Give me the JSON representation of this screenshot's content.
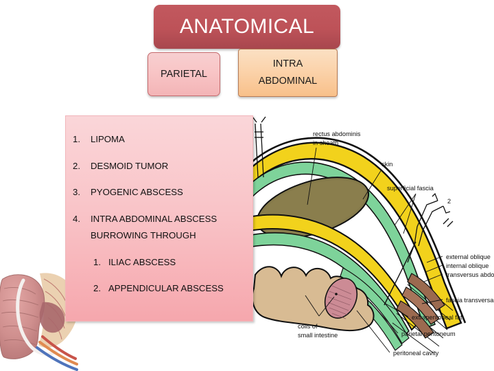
{
  "slide": {
    "title": "ANATOMICAL",
    "categories": [
      {
        "label": "PARIETAL",
        "color": "#f8c5c6"
      },
      {
        "label_line1": "INTRA",
        "label_line2": "ABDOMINAL",
        "color": "#fbd3ab"
      }
    ]
  },
  "list_panel": {
    "background": "#f9c3c7",
    "items": [
      {
        "num": "1.",
        "text": "LIPOMA"
      },
      {
        "num": "2.",
        "text": "DESMOID TUMOR"
      },
      {
        "num": "3.",
        "text": "PYOGENIC ABSCESS"
      },
      {
        "num": "4.",
        "text": "INTRA ABDOMINAL ABSCESS"
      }
    ],
    "continuation": "BURROWING THROUGH",
    "subitems": [
      {
        "num": "1.",
        "text": "ILIAC ABSCESS"
      },
      {
        "num": "2.",
        "text": "APPENDICULAR ABSCESS"
      }
    ]
  },
  "diagram": {
    "name": "abdominal-wall-cross-section",
    "marker": "2",
    "labels": {
      "rectus_line1": "rectus abdominis",
      "rectus_line2": "in sheath",
      "skin": "skin",
      "superficial_fascia": "superficial fascia",
      "external_oblique": "external oblique",
      "internal_oblique": "internal oblique",
      "transversus_abdominis": "transversus abdomini",
      "fascia_transversalis": "fascia transversal",
      "extraperitoneal_fat": "extraperitoneal fat",
      "parietal_peritoneum": "parietal peritoneum",
      "peritoneal_cavity": "peritoneal cavity",
      "coils_line1": "coils of",
      "coils_line2": "small intestine"
    },
    "colors": {
      "fat": "#f2d21c",
      "muscle_fascia": "#7ed39a",
      "rectus_muscle": "#857a4a",
      "intestine": "#d8bb93",
      "abscess": "#cc8b95",
      "outline": "#111111"
    }
  }
}
